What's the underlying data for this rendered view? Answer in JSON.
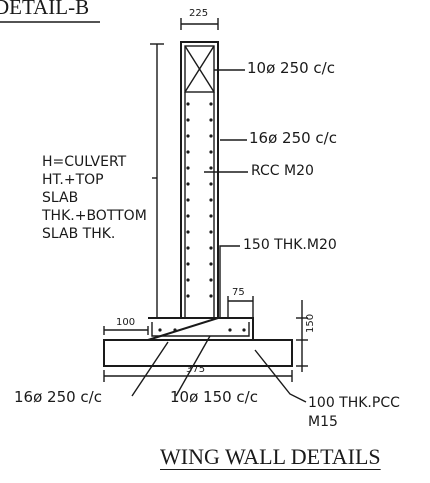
{
  "header": {
    "detail_label": "DETAIL-B"
  },
  "dimensions": {
    "top_width": "225",
    "toe_width": "75",
    "heel_offset": "100",
    "base_width": "375",
    "base_thickness": "150"
  },
  "reinforcement": {
    "top_bars": "10ø 250 c/c",
    "vertical_bars": "16ø 250 c/c",
    "concrete": "RCC M20",
    "stem_thickness": "150 THK.M20",
    "base_bottom_bars": "16ø 250 c/c",
    "base_dist_bars": "10ø 150 c/c",
    "pcc_line1": "100 THK.PCC",
    "pcc_line2": "M15"
  },
  "height_note": [
    "H=CULVERT",
    "HT.+TOP",
    "SLAB",
    "THK.+BOTTOM",
    "SLAB THK."
  ],
  "footer": {
    "title": "WING WALL DETAILS"
  }
}
